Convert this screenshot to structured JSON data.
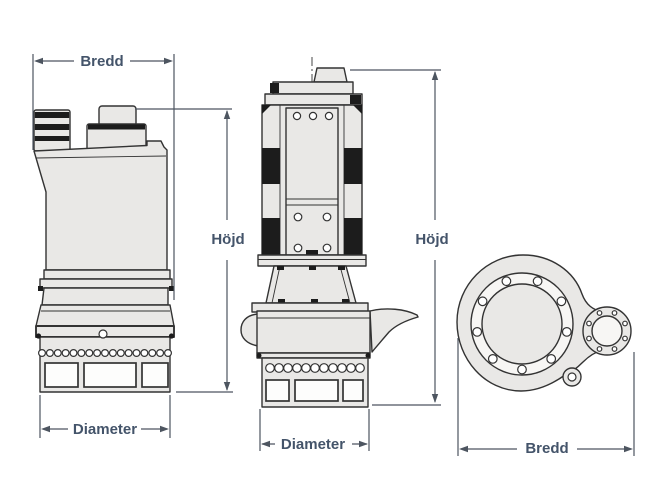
{
  "labels": {
    "front_width": "Bredd",
    "front_height": "Höjd",
    "front_diameter": "Diameter",
    "side_height": "Höjd",
    "side_diameter": "Diameter",
    "top_width": "Bredd"
  },
  "colors": {
    "label_text": "#44546A",
    "line": "#333333",
    "part_fill": "#e9e8e6",
    "black_detail": "#1c1c1c",
    "dimension_line": "#4d5560",
    "background": "#ffffff"
  }
}
